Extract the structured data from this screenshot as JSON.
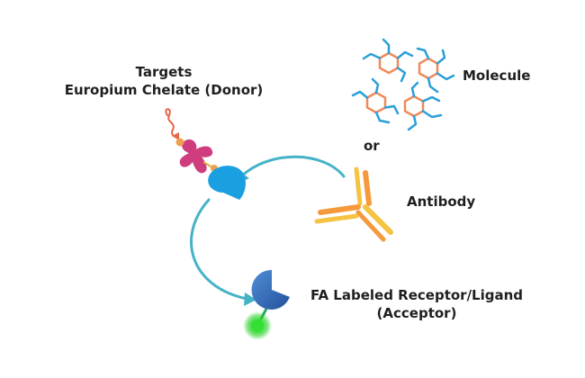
{
  "labels": {
    "donor_line1": "Targets",
    "donor_line2": "Europium Chelate (Donor)",
    "molecule": "Molecule",
    "or": "or",
    "antibody": "Antibody",
    "acceptor_line1": "FA Labeled Receptor/Ligand",
    "acceptor_line2": "(Acceptor)"
  },
  "colors": {
    "arrow": "#45b3c6",
    "target": "#1aa0e0",
    "acceptor_dark": "#2d5ca8",
    "acceptor_light": "#4a86d0",
    "fluor_green": "#22dd22",
    "donor_magenta": "#d03d7e",
    "donor_orange": "#f0a050",
    "molecule_ring": "#f08a5a",
    "molecule_sub": "#2a9fd8",
    "antibody_orange": "#f59a3c",
    "antibody_yellow": "#f5c242",
    "text": "#1f1f1f"
  }
}
